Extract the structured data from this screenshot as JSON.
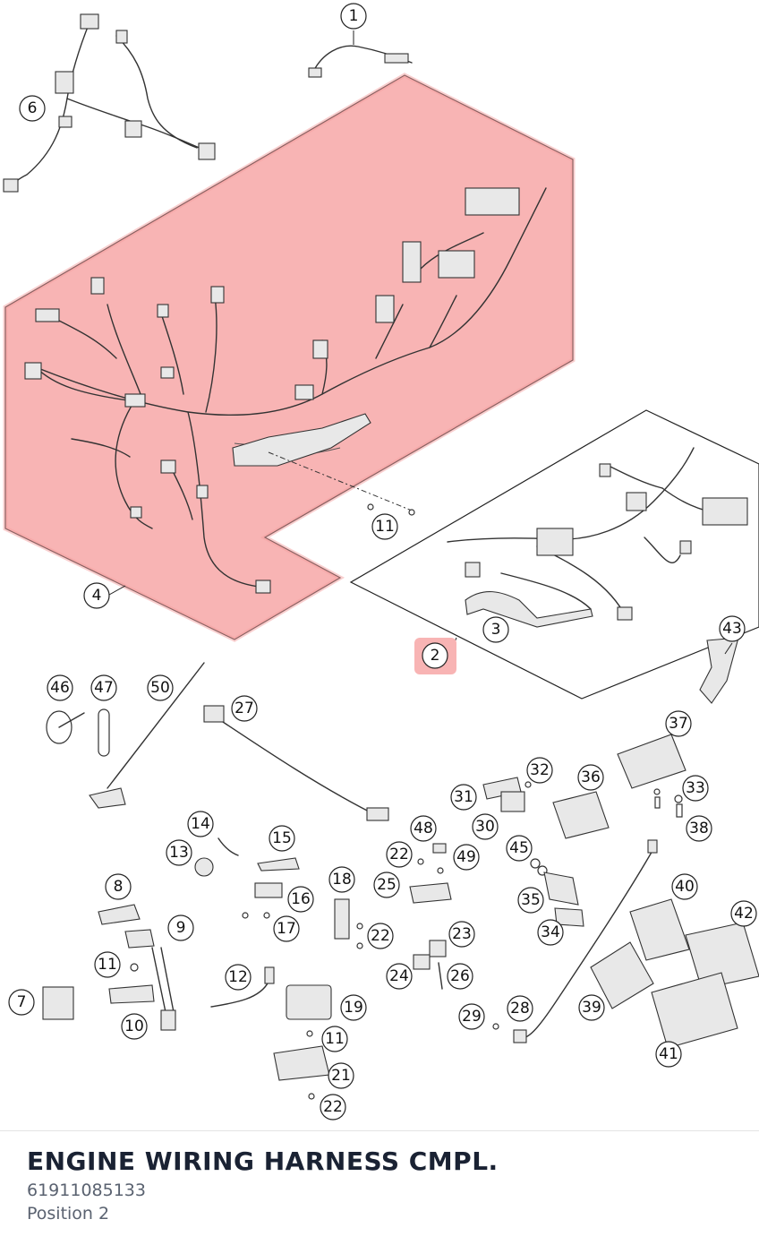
{
  "part": {
    "title": "ENGINE WIRING HARNESS CMPL.",
    "number": "61911085133",
    "position": "Position 2"
  },
  "highlight": {
    "selected_callout": "2",
    "color": "#f8b4b4",
    "outline": "#e87e7e"
  },
  "callouts": [
    {
      "id": "c1",
      "label": "1"
    },
    {
      "id": "c2",
      "label": "2"
    },
    {
      "id": "c3",
      "label": "3"
    },
    {
      "id": "c4",
      "label": "4"
    },
    {
      "id": "c6",
      "label": "6"
    },
    {
      "id": "c7",
      "label": "7"
    },
    {
      "id": "c8",
      "label": "8"
    },
    {
      "id": "c9",
      "label": "9"
    },
    {
      "id": "c10",
      "label": "10"
    },
    {
      "id": "c11a",
      "label": "11"
    },
    {
      "id": "c11b",
      "label": "11"
    },
    {
      "id": "c11c",
      "label": "11"
    },
    {
      "id": "c12",
      "label": "12"
    },
    {
      "id": "c13",
      "label": "13"
    },
    {
      "id": "c14",
      "label": "14"
    },
    {
      "id": "c15",
      "label": "15"
    },
    {
      "id": "c16",
      "label": "16"
    },
    {
      "id": "c17",
      "label": "17"
    },
    {
      "id": "c18",
      "label": "18"
    },
    {
      "id": "c19",
      "label": "19"
    },
    {
      "id": "c21",
      "label": "21"
    },
    {
      "id": "c22a",
      "label": "22"
    },
    {
      "id": "c22b",
      "label": "22"
    },
    {
      "id": "c22c",
      "label": "22"
    },
    {
      "id": "c23",
      "label": "23"
    },
    {
      "id": "c24",
      "label": "24"
    },
    {
      "id": "c25",
      "label": "25"
    },
    {
      "id": "c26",
      "label": "26"
    },
    {
      "id": "c27",
      "label": "27"
    },
    {
      "id": "c28",
      "label": "28"
    },
    {
      "id": "c29",
      "label": "29"
    },
    {
      "id": "c30",
      "label": "30"
    },
    {
      "id": "c31",
      "label": "31"
    },
    {
      "id": "c32",
      "label": "32"
    },
    {
      "id": "c33",
      "label": "33"
    },
    {
      "id": "c34",
      "label": "34"
    },
    {
      "id": "c35",
      "label": "35"
    },
    {
      "id": "c36",
      "label": "36"
    },
    {
      "id": "c37",
      "label": "37"
    },
    {
      "id": "c38",
      "label": "38"
    },
    {
      "id": "c39",
      "label": "39"
    },
    {
      "id": "c40",
      "label": "40"
    },
    {
      "id": "c41",
      "label": "41"
    },
    {
      "id": "c42",
      "label": "42"
    },
    {
      "id": "c43",
      "label": "43"
    },
    {
      "id": "c45",
      "label": "45"
    },
    {
      "id": "c46",
      "label": "46"
    },
    {
      "id": "c47",
      "label": "47"
    },
    {
      "id": "c48",
      "label": "48"
    },
    {
      "id": "c49",
      "label": "49"
    },
    {
      "id": "c50",
      "label": "50"
    }
  ]
}
